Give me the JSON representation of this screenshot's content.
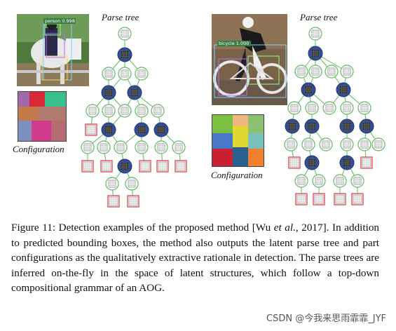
{
  "figure": {
    "left": {
      "detection_label": "person 0.998",
      "parse_tree_label": "Parse tree",
      "configuration_label": "Configuration",
      "config_colors": [
        "#a06aa8",
        "#d8283a",
        "#3ac08c",
        "#c47a4a",
        "#b07a6e",
        "#7e90c0",
        "#d23a8e",
        "#b56c70"
      ]
    },
    "right": {
      "detection_label": "bicycle 1.000",
      "parse_tree_label": "Parse tree",
      "configuration_label": "Configuration",
      "config_colors": [
        "#7dc040",
        "#f0b880",
        "#8cc070",
        "#4a78c8",
        "#e0d830",
        "#78c0b8",
        "#c82030",
        "#2a6090",
        "#f08030"
      ]
    }
  },
  "caption": {
    "prefix": "Figure 11: Detection examples of the proposed method [Wu ",
    "etal": "et al.",
    "rest": ", 2017]. In addition to predicted bounding boxes, the method also outputs the latent parse tree and part configurations as the qualitatively extractive rationale in detection. The parse trees are inferred on-the-fly in the space of latent structures, which follow a top-down compositional grammar of an AOG."
  },
  "watermark": "CSDN @今我来思雨霏霏_JYF"
}
